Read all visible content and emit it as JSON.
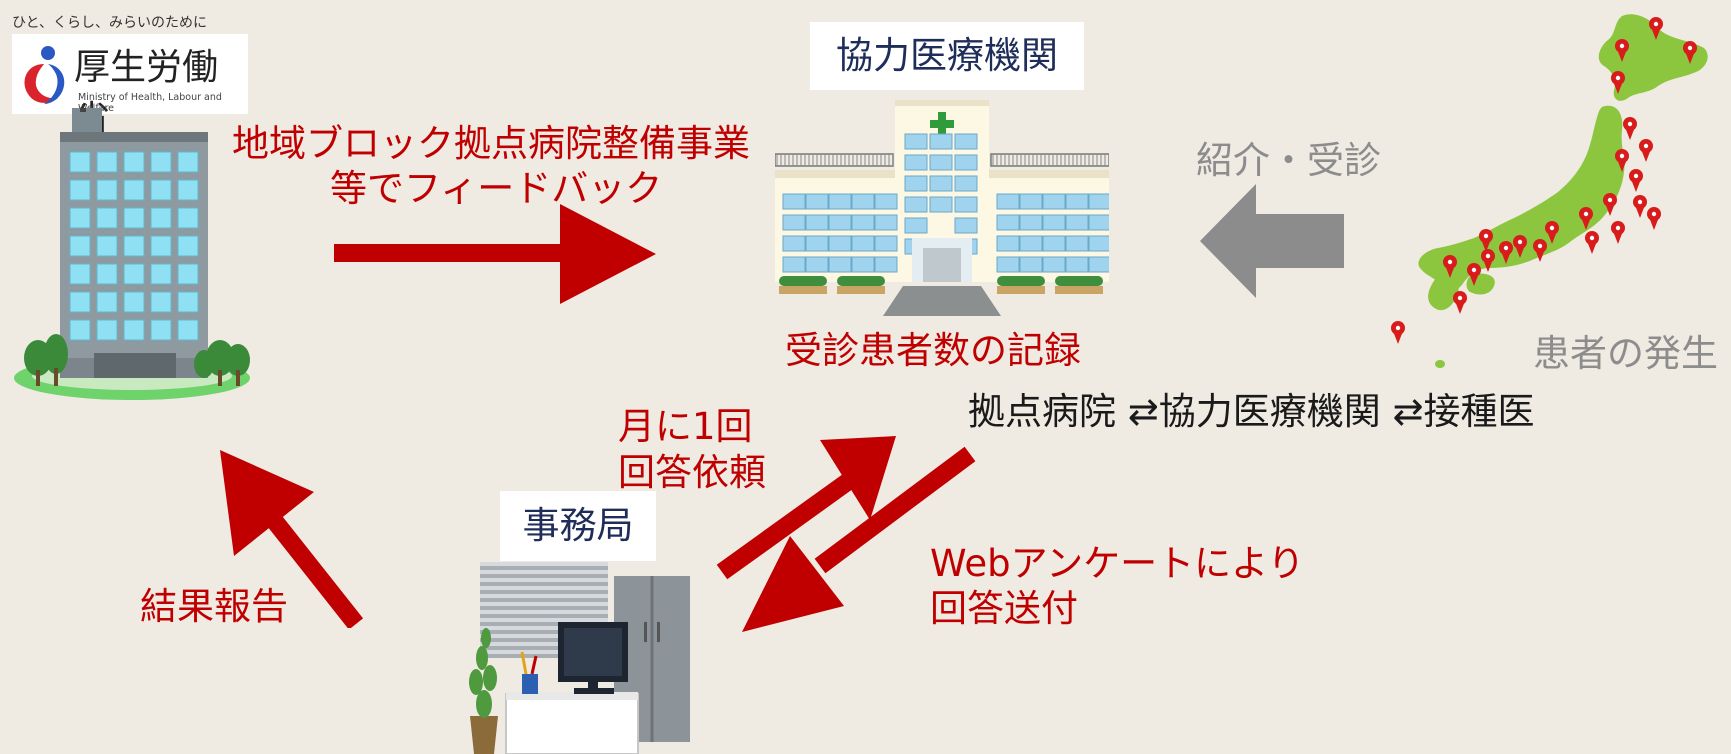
{
  "logo": {
    "tagline": "ひと、くらし、みらいのために",
    "name": "厚生労働省",
    "english": "Ministry of Health, Labour and Welfare"
  },
  "labels": {
    "partner_institution": "協力医療機関",
    "feedback_line1": "地域ブロック拠点病院整備事業",
    "feedback_line2": "等でフィードバック",
    "referral": "紹介・受診",
    "patient_count_record": "受診患者数の記録",
    "patient_occurrence": "患者の発生",
    "hospital_chain": "拠点病院 ⇄協力医療機関 ⇄接種医",
    "monthly_line1": "月に1回",
    "monthly_line2": "回答依頼",
    "secretariat": "事務局",
    "web_line1": "Webアンケートにより",
    "web_line2": "回答送付",
    "result_report": "結果報告"
  },
  "colors": {
    "background": "#efebe3",
    "accent_red": "#c00000",
    "arrow_gray": "#8c8c8c",
    "map_green": "#8cc63f",
    "pin_red": "#d81b1b"
  }
}
